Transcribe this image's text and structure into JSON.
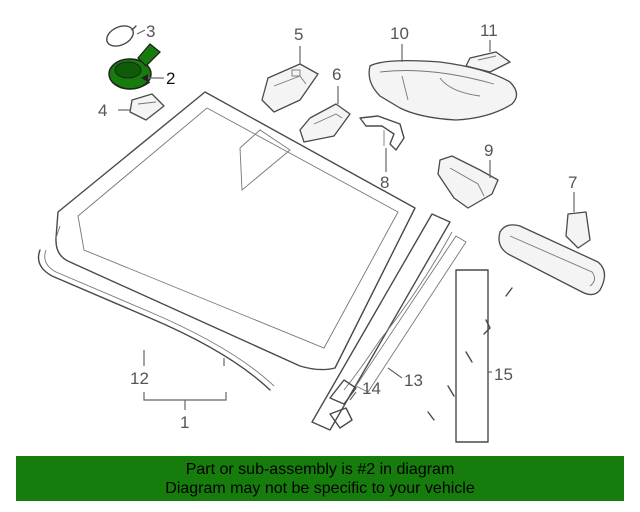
{
  "diagram": {
    "callouts": {
      "c1": "1",
      "c2": "2",
      "c3": "3",
      "c4": "4",
      "c5": "5",
      "c6": "6",
      "c7": "7",
      "c8": "8",
      "c9": "9",
      "c10": "10",
      "c11": "11",
      "c12": "12",
      "c13": "13",
      "c14": "14",
      "c15": "15"
    },
    "highlighted_part": "2",
    "highlight_color": "#167d0c"
  },
  "banner": {
    "line1": "Part or sub-assembly is #2 in diagram",
    "line2": "Diagram may not be specific to your vehicle",
    "background": "#167d0c"
  }
}
